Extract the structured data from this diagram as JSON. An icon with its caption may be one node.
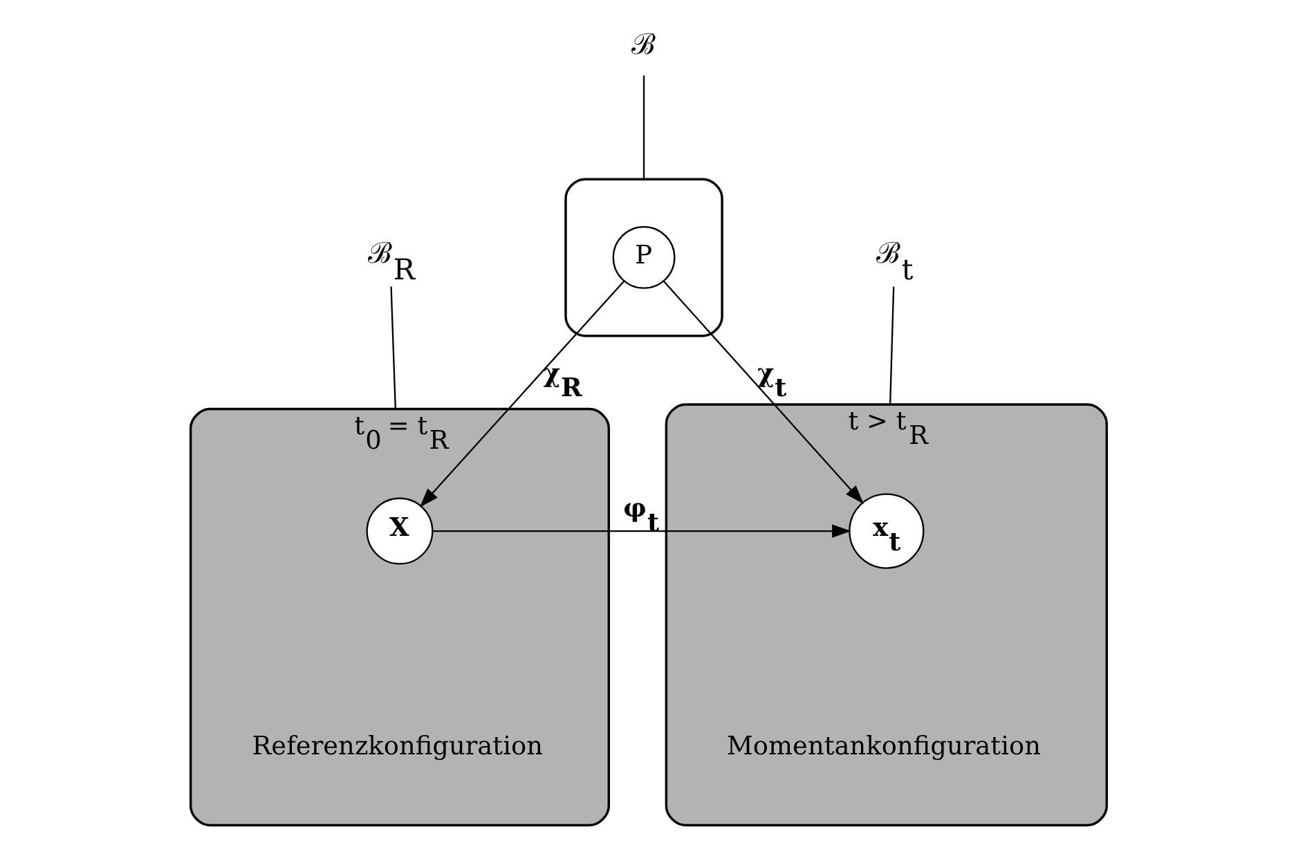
{
  "diagram": {
    "nodes": [
      {
        "text": [
          "ℬ"
        ]
      },
      {
        "text": [],
        "shape": "cloud"
      },
      {
        "text": [
          "P"
        ],
        "in": 1
      },
      {
        "text": [
          "ℬ$_{R}$"
        ]
      },
      {
        "text": [],
        "shape": "cloud",
        "beside": [
          "t$_{0}$ = t$_{R}$",
          "Referenzkonfiguration"
        ]
      },
      {
        "text": [
          "X"
        ],
        "in": 4
      },
      {
        "text": [
          "ℬ$_{t}$"
        ]
      },
      {
        "text": [],
        "shape": "cloud",
        "beside": [
          "t > t$_{R}$",
          "Momentankonfiguration"
        ]
      },
      {
        "text": [
          "x$_{t}$"
        ],
        "in": 7
      }
    ],
    "edges": [
      {
        "from": 0,
        "to": 1,
        "arrow": "none"
      },
      {
        "from": 2,
        "to": 5,
        "arrow": "to",
        "label": "χ$_{R}$"
      },
      {
        "from": 2,
        "to": 8,
        "arrow": "to",
        "label": "χ$_{t}$"
      },
      {
        "from": 5,
        "to": 8,
        "arrow": "to",
        "label": "φ$_{t}$"
      },
      {
        "from": 3,
        "to": 4,
        "arrow": "none"
      },
      {
        "from": 6,
        "to": 7,
        "arrow": "none"
      }
    ]
  }
}
